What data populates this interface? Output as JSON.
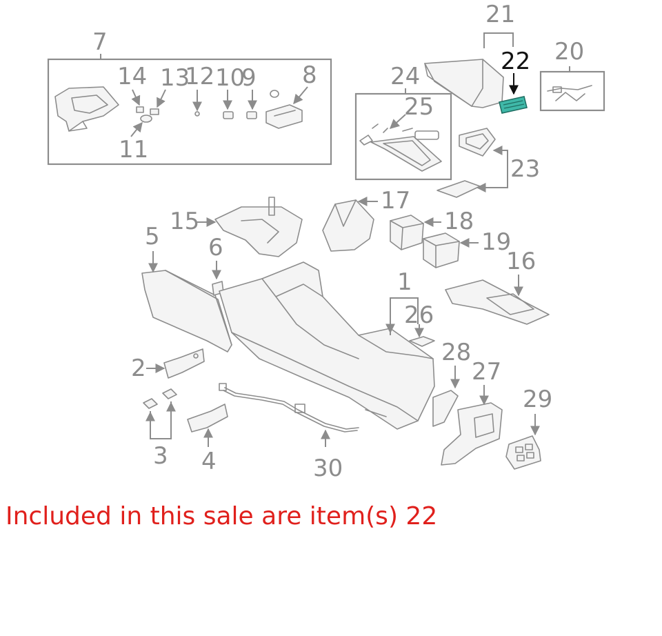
{
  "callouts": {
    "c1": "1",
    "c2": "2",
    "c3": "3",
    "c4": "4",
    "c5": "5",
    "c6": "6",
    "c7": "7",
    "c8": "8",
    "c9": "9",
    "c10": "10",
    "c11": "11",
    "c12": "12",
    "c13": "13",
    "c14": "14",
    "c15": "15",
    "c16": "16",
    "c17": "17",
    "c18": "18",
    "c19": "19",
    "c20": "20",
    "c21": "21",
    "c22": "22",
    "c23": "23",
    "c24": "24",
    "c25": "25",
    "c26": "26",
    "c27": "27",
    "c28": "28",
    "c29": "29",
    "c30": "30"
  },
  "highlight_item": "22",
  "caption": "Included in this sale are item(s) 22",
  "colors": {
    "line": "#8c8c8c",
    "highlight_line": "#111111",
    "highlight_part": "#3fb8a8",
    "caption": "#e0201c"
  }
}
